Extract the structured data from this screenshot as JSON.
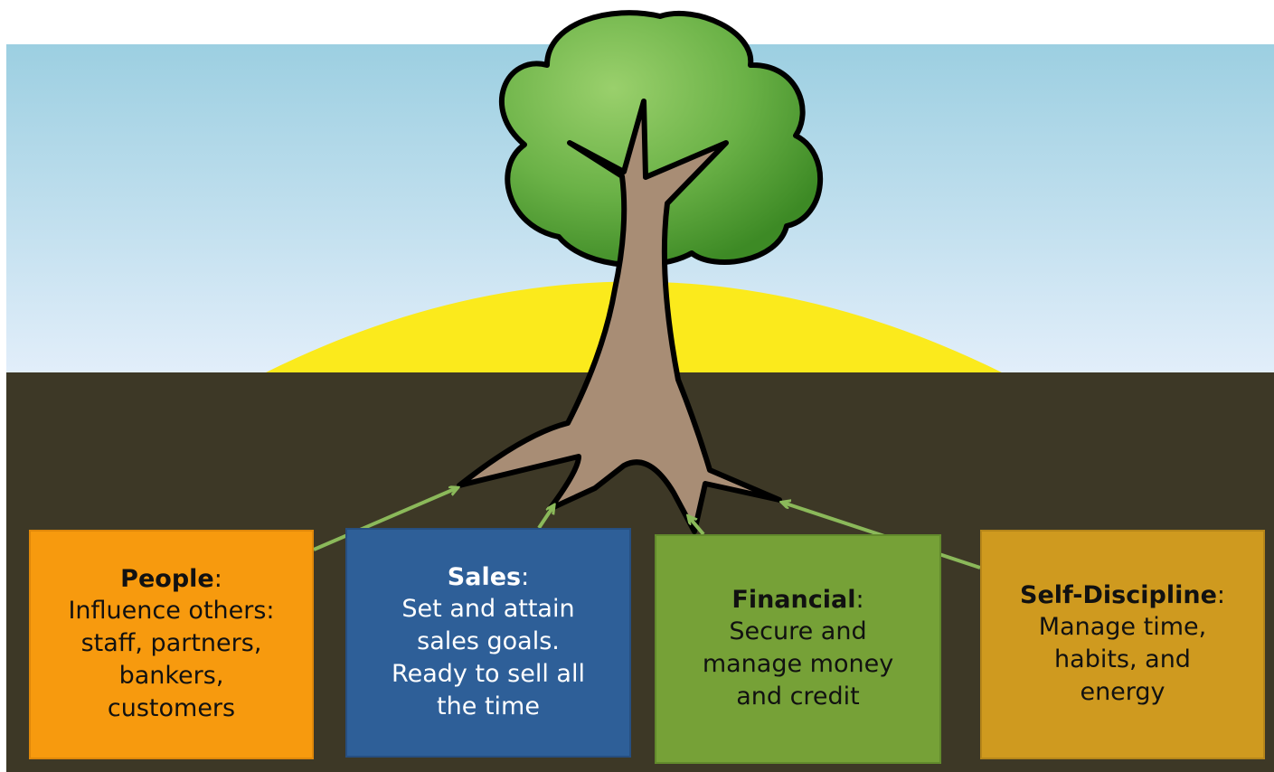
{
  "colors": {
    "sky_top": "#9ccfe1",
    "sky_bottom": "#e2eefa",
    "sun": "#fbea1c",
    "ground": "#3d3826",
    "trunk": "#a88d75",
    "foliage_light": "#9ad06c",
    "foliage_dark": "#3d8a25",
    "arrow": "#8bb95a",
    "people": "#f79a0e",
    "sales": "#2e5f98",
    "financial": "#76a137",
    "self_discipline": "#cf9a1f"
  },
  "boxes": {
    "people": {
      "title": "People",
      "colon": ":",
      "lines": [
        "Influence others:",
        "staff, partners,",
        "bankers,",
        "customers"
      ]
    },
    "sales": {
      "title": "Sales",
      "colon": ":",
      "lines": [
        "Set and attain",
        "sales goals.",
        "Ready to sell all",
        "the time"
      ]
    },
    "financial": {
      "title": "Financial",
      "colon": ":",
      "lines": [
        "Secure and",
        "manage money",
        "and credit"
      ]
    },
    "self_discipline": {
      "title": "Self-Discipline",
      "colon": ":",
      "lines": [
        "Manage time,",
        "habits, and",
        "energy"
      ]
    }
  }
}
